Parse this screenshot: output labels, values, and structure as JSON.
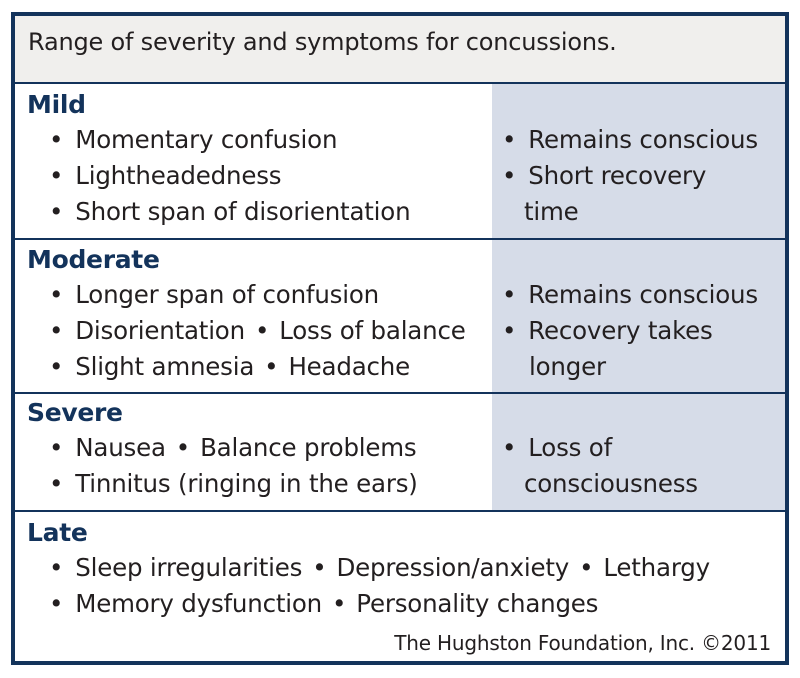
{
  "title": "Range of severity and symptoms for concussions.",
  "bullet": "•",
  "sections": [
    {
      "heading": "Mild",
      "left": [
        [
          "Momentary confusion"
        ],
        [
          "Lightheadedness"
        ],
        [
          "Short span of disorientation"
        ]
      ],
      "right_lines": [
        "Remains conscious",
        "Short recovery",
        "time"
      ]
    },
    {
      "heading": "Moderate",
      "left": [
        [
          "Longer span of confusion"
        ],
        [
          "Disorientation",
          "Loss of balance"
        ],
        [
          "Slight amnesia",
          "Headache"
        ]
      ],
      "right_lines": [
        "Remains conscious",
        "Recovery takes",
        "longer"
      ]
    },
    {
      "heading": "Severe",
      "left": [
        [
          "Nausea",
          "Balance problems"
        ],
        [
          "Tinnitus (ringing in the ears)"
        ]
      ],
      "right_lines": [
        "Loss of",
        "consciousness"
      ]
    },
    {
      "heading": "Late",
      "left": [
        [
          "Sleep irregularities",
          "Depression/anxiety",
          "Lethargy"
        ],
        [
          "Memory dysfunction",
          "Personality changes"
        ]
      ]
    }
  ],
  "credit": "The Hughston Foundation, Inc. ©2011",
  "colors": {
    "border": "#13335b",
    "heading": "#13335b",
    "right_panel": "#d6dce8",
    "title_bg": "#f0efed"
  }
}
